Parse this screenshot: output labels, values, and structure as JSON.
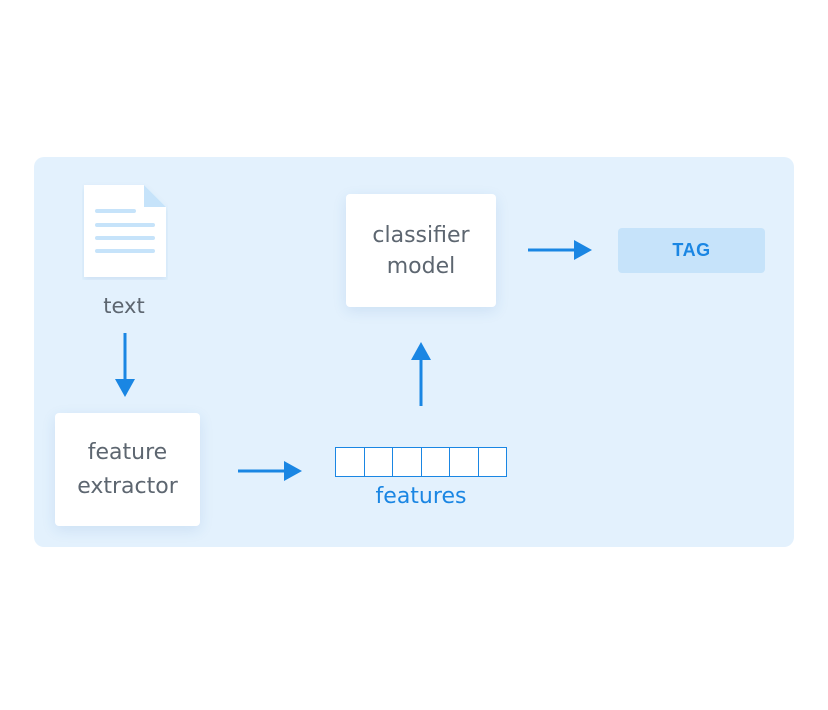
{
  "diagram": {
    "nodes": {
      "text": {
        "label": "text",
        "icon": "document-icon"
      },
      "feature_extractor": {
        "line1": "feature",
        "line2": "extractor"
      },
      "features": {
        "label": "features",
        "cells": 6
      },
      "classifier_model": {
        "line1": "classifier",
        "line2": "model"
      },
      "tag": {
        "label": "TAG"
      }
    },
    "edges": [
      {
        "from": "text",
        "to": "feature_extractor"
      },
      {
        "from": "feature_extractor",
        "to": "features"
      },
      {
        "from": "features",
        "to": "classifier_model"
      },
      {
        "from": "classifier_model",
        "to": "tag"
      }
    ],
    "colors": {
      "panel": "#e3f1fd",
      "accent": "#1a86e3",
      "tag_bg": "#c6e3fa",
      "node_text": "#5d6670",
      "doc_lines": "#c6e3fa"
    }
  }
}
